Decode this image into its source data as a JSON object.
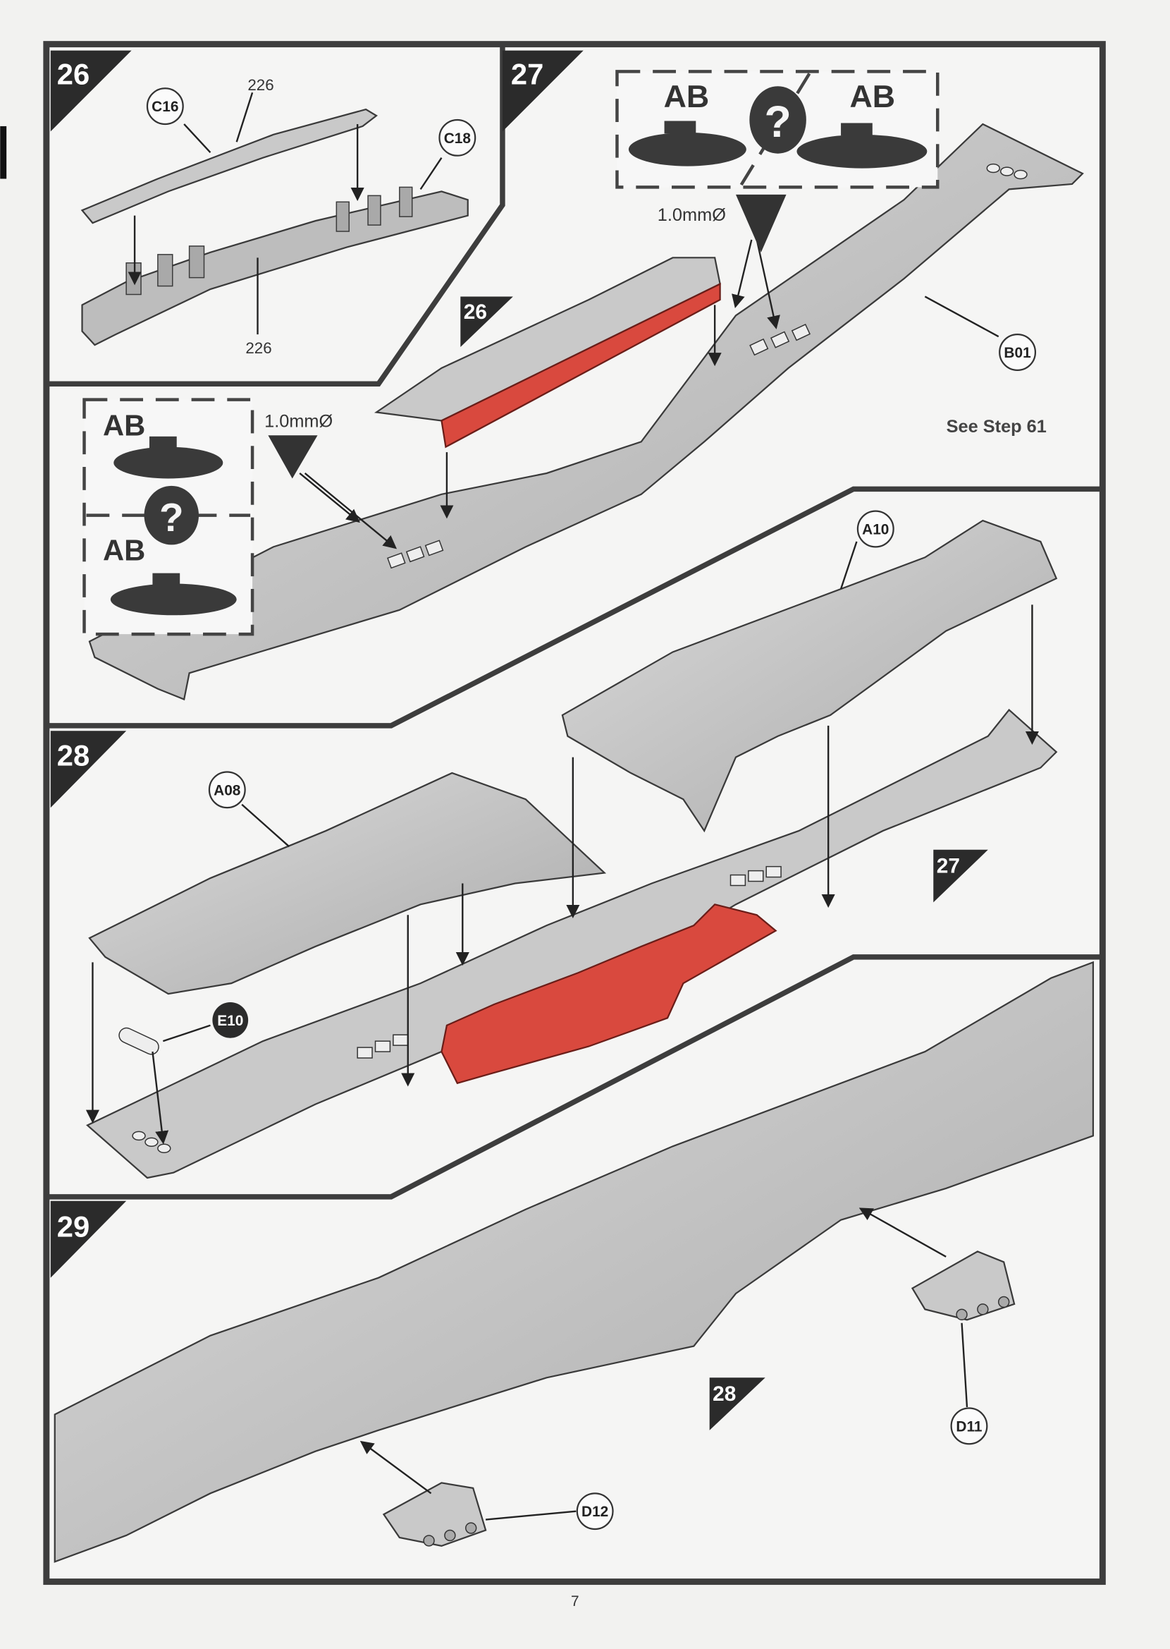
{
  "steps": [
    {
      "number": "26",
      "callouts": [
        "C16",
        "C18"
      ],
      "part_numbers": [
        "226",
        "226"
      ]
    },
    {
      "number": "27",
      "callouts": [
        "B01"
      ],
      "drill_label": "1.0mmØ",
      "option_label": "AB",
      "note": "See Step 61",
      "ref_step": "26"
    },
    {
      "number": "28",
      "callouts": [
        "A10",
        "A08",
        "E10"
      ],
      "ref_step": "27"
    },
    {
      "number": "29",
      "callouts": [
        "D11",
        "D12"
      ],
      "ref_step": "28"
    }
  ],
  "option_box_top": {
    "left_label": "AB",
    "right_label": "AB",
    "drill_label": "1.0mmØ"
  },
  "option_box_left": {
    "top_label": "AB",
    "bottom_label": "AB",
    "drill_label": "1.0mmØ"
  },
  "page_number": "7",
  "colors": {
    "highlight": "#d9493e",
    "frame": "#3d3d3d",
    "part": "#c9c9c9"
  }
}
